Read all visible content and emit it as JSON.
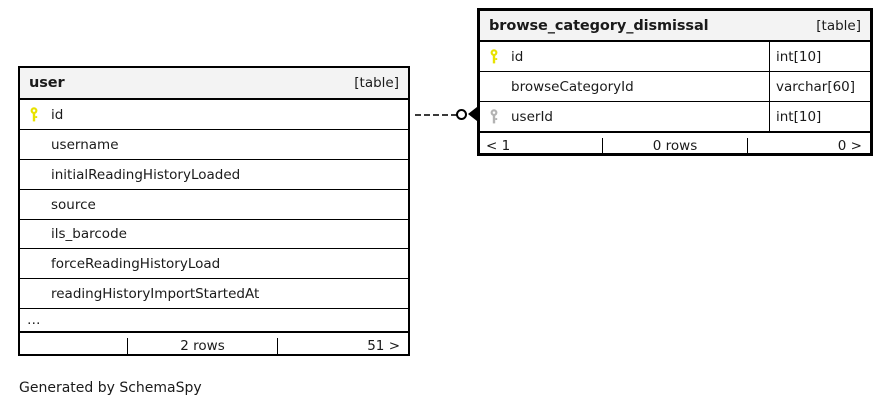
{
  "diagram": {
    "kind": "database-er-diagram",
    "generator_caption": "Generated by SchemaSpy",
    "table_tag": "[table]"
  },
  "tables": [
    {
      "id": "user",
      "name": "user",
      "tag": "[table]",
      "emphasis": "normal",
      "show_types": false,
      "columns": [
        {
          "name": "id",
          "key": "primary",
          "type": ""
        },
        {
          "name": "username",
          "key": "none",
          "type": ""
        },
        {
          "name": "initialReadingHistoryLoaded",
          "key": "none",
          "type": ""
        },
        {
          "name": "source",
          "key": "none",
          "type": ""
        },
        {
          "name": "ils_barcode",
          "key": "none",
          "type": ""
        },
        {
          "name": "forceReadingHistoryLoad",
          "key": "none",
          "type": ""
        },
        {
          "name": "readingHistoryImportStartedAt",
          "key": "none",
          "type": ""
        }
      ],
      "truncation_marker": "…",
      "footer": {
        "left": "",
        "center": "2 rows",
        "right": "51 >"
      }
    },
    {
      "id": "browse_category_dismissal",
      "name": "browse_category_dismissal",
      "tag": "[table]",
      "emphasis": "focus",
      "show_types": true,
      "columns": [
        {
          "name": "id",
          "key": "primary",
          "type": "int[10]"
        },
        {
          "name": "browseCategoryId",
          "key": "none",
          "type": "varchar[60]"
        },
        {
          "name": "userId",
          "key": "foreign",
          "type": "int[10]"
        }
      ],
      "truncation_marker": "",
      "footer": {
        "left": "< 1",
        "center": "0 rows",
        "right": "0 >"
      }
    }
  ],
  "relationship": {
    "from_table": "user",
    "from_column": "id",
    "to_table": "browse_category_dismissal",
    "to_column": "userId",
    "line_style": "dashed",
    "source_end": "optional-circle",
    "target_end": "arrow"
  },
  "colors": {
    "primary_key_icon": "#e8e200",
    "foreign_key_icon": "#b3b3b3",
    "header_background": "#f3f3f3",
    "border": "#000000",
    "text": "#1a1a1a",
    "canvas": "#ffffff"
  }
}
